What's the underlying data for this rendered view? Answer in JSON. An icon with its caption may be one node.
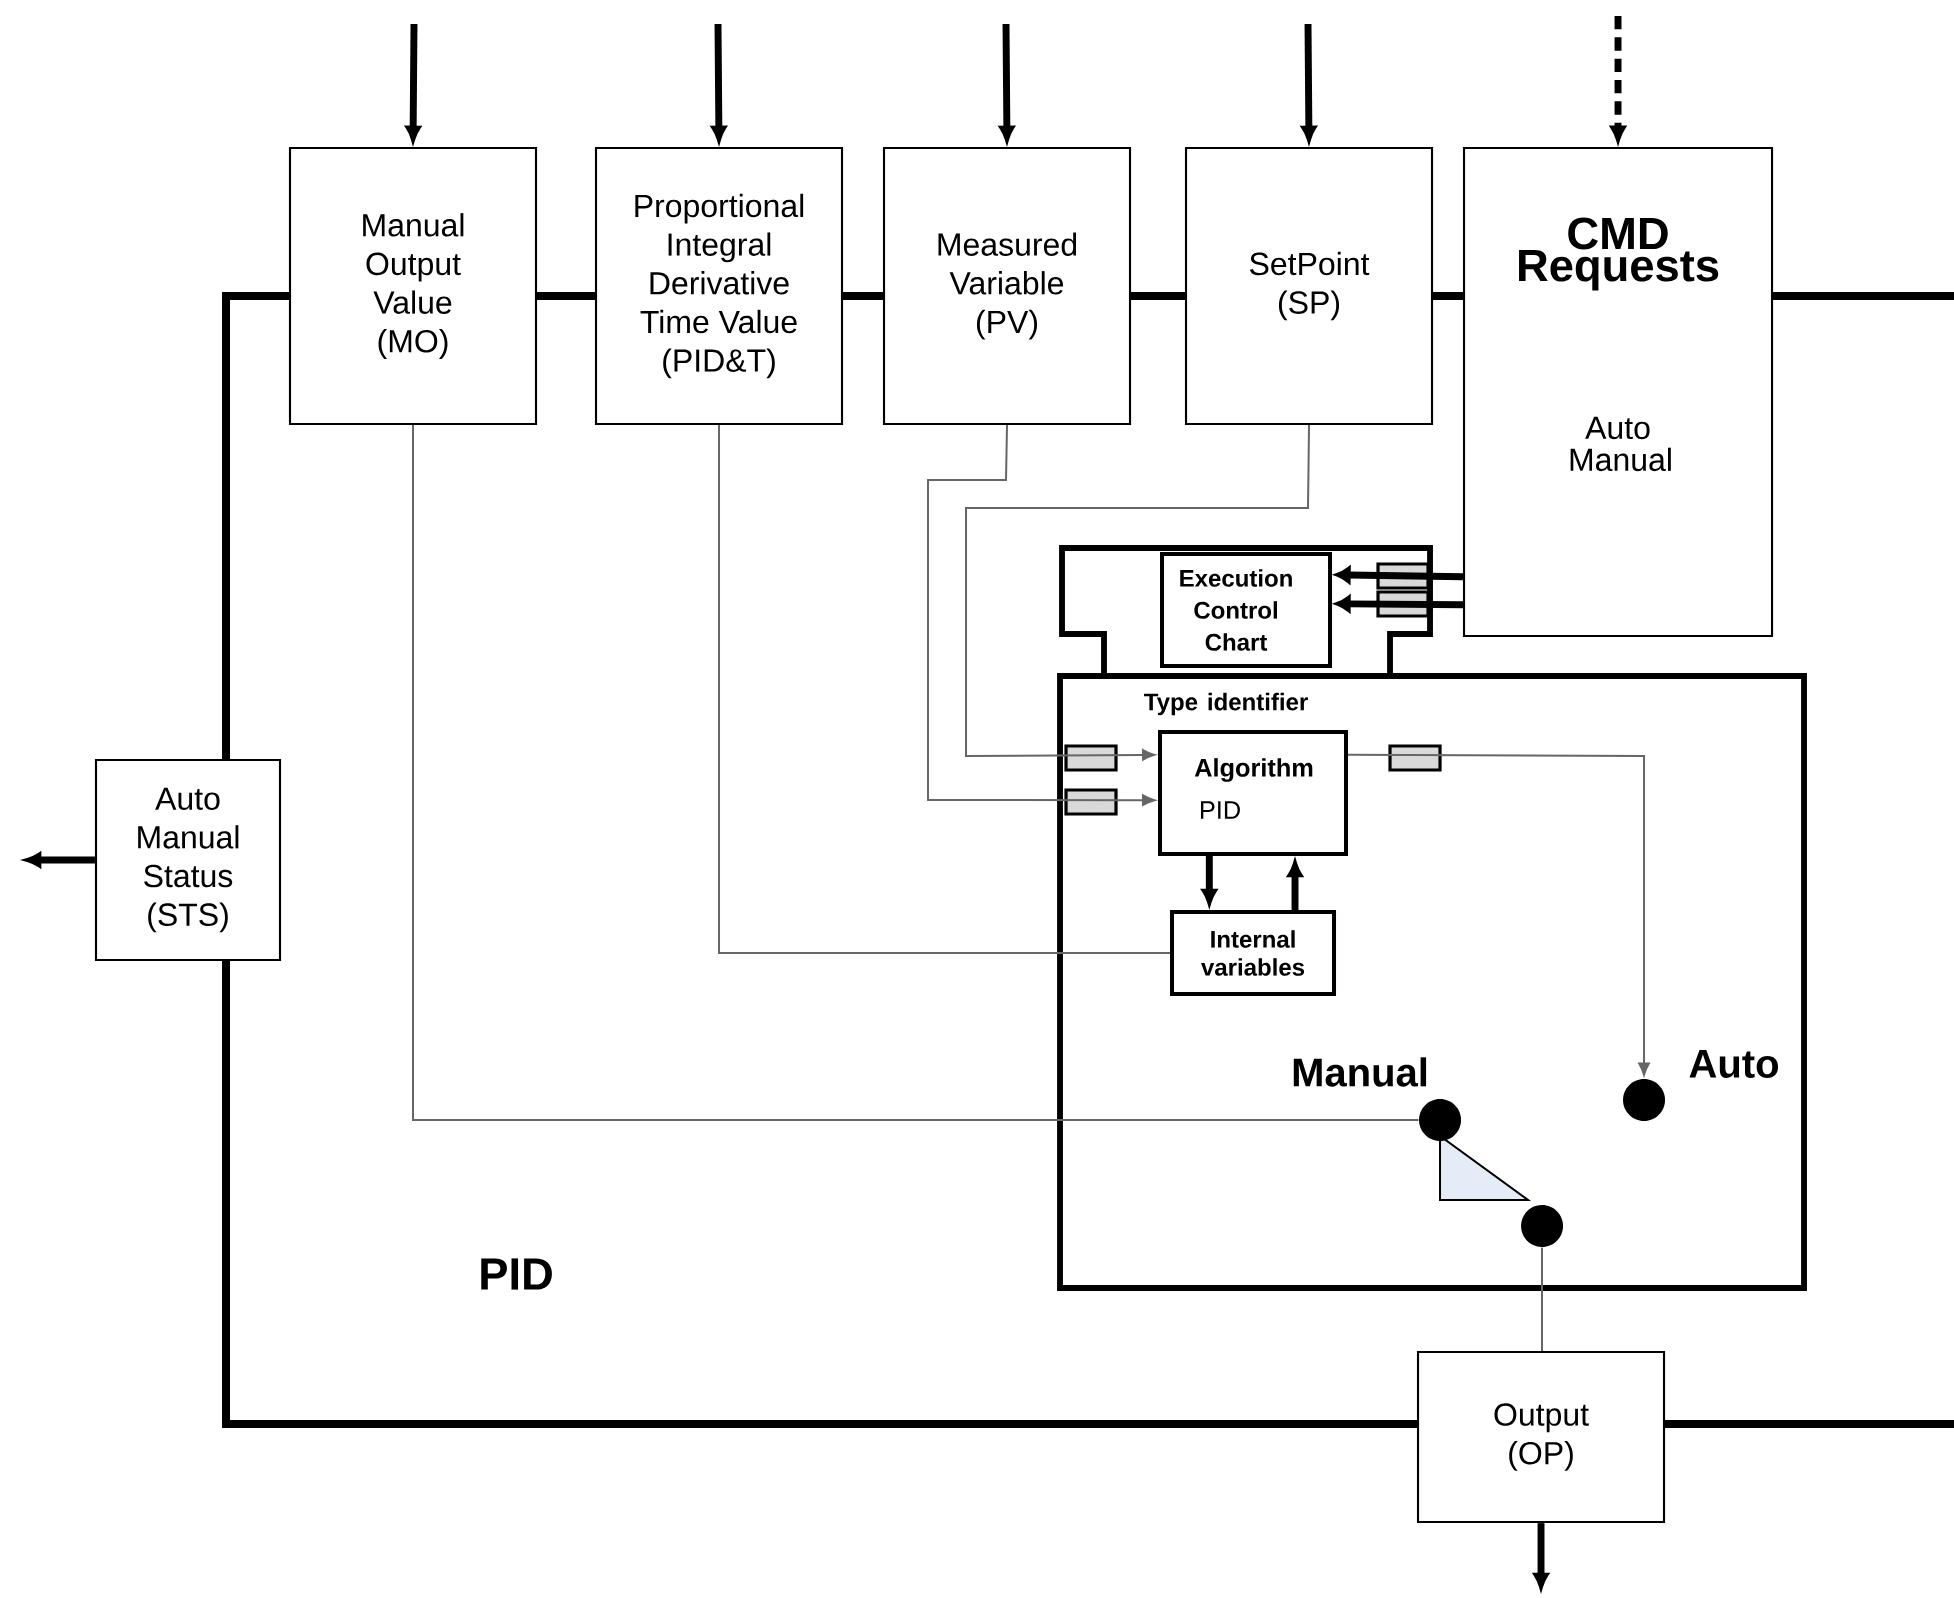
{
  "diagram": {
    "nodes": [
      {
        "text": [
          "PID"
        ]
      },
      {
        "text": [
          "Manual Output Value (MO)"
        ]
      },
      {
        "text": [
          "Proportional Integral Derivative Time Value (PID&T)"
        ]
      },
      {
        "text": [
          "Measured Variable (PV)"
        ]
      },
      {
        "text": [
          "SetPoint (SP)"
        ]
      },
      {
        "text": [
          "CMD Requests",
          "Auto Manual"
        ]
      },
      {
        "text": [
          "Execution Control Chart"
        ],
        "in": 0
      },
      {
        "text": [
          "Type identifier"
        ],
        "in": 0
      },
      {
        "text": [
          "Algorithm",
          "PID"
        ],
        "in": 7
      },
      {
        "text": [
          "Internal variables"
        ],
        "in": 7
      },
      {
        "text": [],
        "shape": "circle",
        "in": 7,
        "beside": [
          "Manual"
        ]
      },
      {
        "text": [],
        "shape": "circle",
        "in": 7,
        "beside": [
          "Auto"
        ]
      },
      {
        "text": [],
        "shape": "circle",
        "in": 7
      },
      {
        "text": [
          "Auto Manual Status (STS)"
        ]
      },
      {
        "text": [
          "Output (OP)"
        ]
      }
    ],
    "edges": [
      {
        "from": null,
        "to": 1,
        "arrow": "to"
      },
      {
        "from": null,
        "to": 2,
        "arrow": "to"
      },
      {
        "from": null,
        "to": 3,
        "arrow": "to"
      },
      {
        "from": null,
        "to": 4,
        "arrow": "to"
      },
      {
        "from": null,
        "to": 5,
        "arrow": "to",
        "style": "dashed"
      },
      {
        "from": 13,
        "to": null,
        "arrow": "to"
      },
      {
        "from": 14,
        "to": null,
        "arrow": "to"
      },
      {
        "from": 5,
        "to": 6,
        "arrow": "to"
      },
      {
        "from": 5,
        "to": 6,
        "arrow": "to"
      },
      {
        "from": 1,
        "to": 10,
        "arrow": "none",
        "color": "#666666"
      },
      {
        "from": 2,
        "to": 9,
        "arrow": "none",
        "color": "#666666"
      },
      {
        "from": 3,
        "to": 8,
        "arrow": "to",
        "color": "#666666"
      },
      {
        "from": 4,
        "to": 8,
        "arrow": "to",
        "color": "#666666"
      },
      {
        "from": 8,
        "to": 11,
        "arrow": "to",
        "color": "#666666"
      },
      {
        "from": 8,
        "to": 9,
        "arrow": "to"
      },
      {
        "from": 9,
        "to": 8,
        "arrow": "to"
      },
      {
        "from": 12,
        "to": 14,
        "arrow": "none",
        "color": "#666666"
      }
    ]
  }
}
